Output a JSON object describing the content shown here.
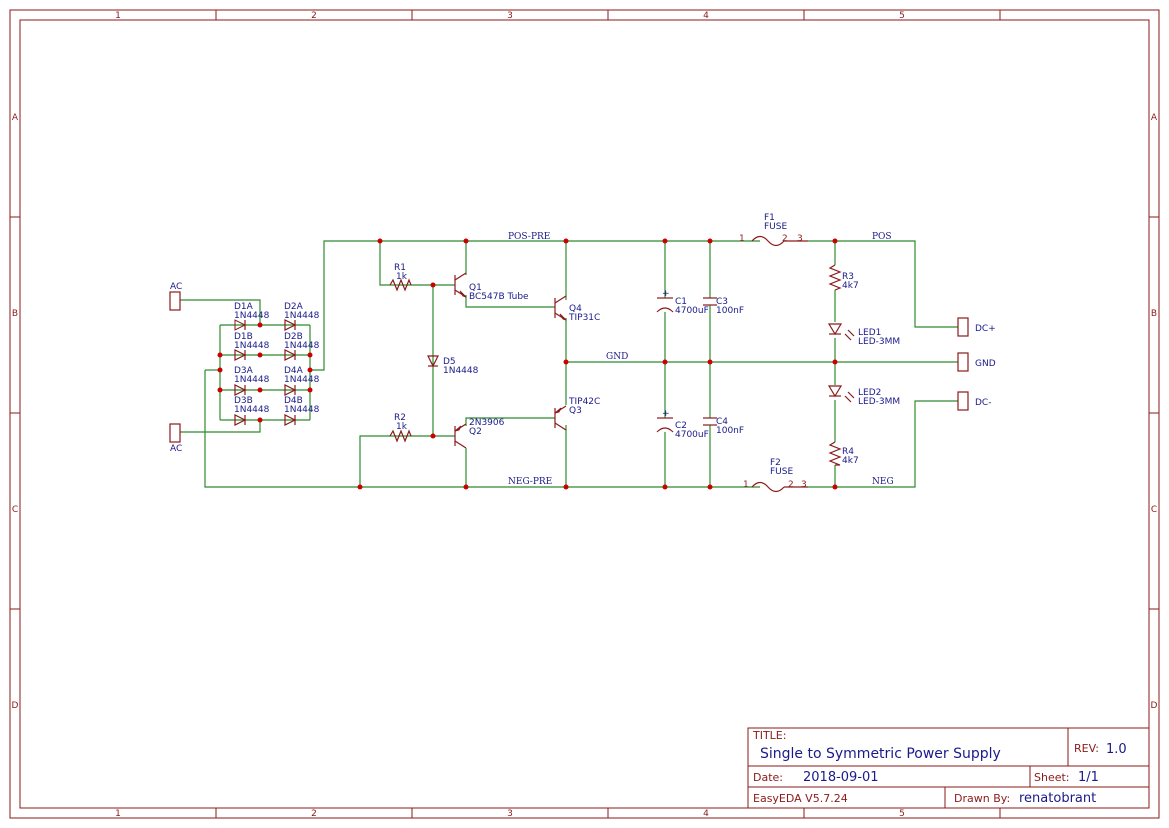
{
  "frame": {
    "columns": [
      "1",
      "2",
      "3",
      "4",
      "5"
    ],
    "rows": [
      "A",
      "B",
      "C",
      "D"
    ]
  },
  "title_block": {
    "title_label": "TITLE:",
    "title": "Single to Symmetric Power Supply",
    "rev_label": "REV:",
    "rev": "1.0",
    "date_label": "Date:",
    "date": "2018-09-01",
    "sheet_label": "Sheet:",
    "sheet": "1/1",
    "tool": "EasyEDA V5.7.24",
    "drawn_by_label": "Drawn By:",
    "drawn_by": "renatobrant"
  },
  "nets": {
    "pos_pre": "POS-PRE",
    "neg_pre": "NEG-PRE",
    "gnd": "GND",
    "pos": "POS",
    "neg": "NEG"
  },
  "components": {
    "ac_top": "AC",
    "ac_bottom": "AC",
    "d1a": {
      "ref": "D1A",
      "val": "1N4448"
    },
    "d1b": {
      "ref": "D1B",
      "val": "1N4448"
    },
    "d2a": {
      "ref": "D2A",
      "val": "1N4448"
    },
    "d2b": {
      "ref": "D2B",
      "val": "1N4448"
    },
    "d3a": {
      "ref": "D3A",
      "val": "1N4448"
    },
    "d3b": {
      "ref": "D3B",
      "val": "1N4448"
    },
    "d4a": {
      "ref": "D4A",
      "val": "1N4448"
    },
    "d4b": {
      "ref": "D4B",
      "val": "1N4448"
    },
    "r1": {
      "ref": "R1",
      "val": "1k"
    },
    "r2": {
      "ref": "R2",
      "val": "1k"
    },
    "d5": {
      "ref": "D5",
      "val": "1N4448"
    },
    "q1": {
      "ref": "Q1",
      "val": "BC547B Tube"
    },
    "q2": {
      "ref": "Q2",
      "val": "2N3906"
    },
    "q3": {
      "ref": "Q3",
      "val": "TIP42C"
    },
    "q4": {
      "ref": "Q4",
      "val": "TIP31C"
    },
    "c1": {
      "ref": "C1",
      "val": "4700uF"
    },
    "c2": {
      "ref": "C2",
      "val": "4700uF"
    },
    "c3": {
      "ref": "C3",
      "val": "100nF"
    },
    "c4": {
      "ref": "C4",
      "val": "100nF"
    },
    "f1": {
      "ref": "F1",
      "val": "FUSE",
      "pin1": "1",
      "pin2": "2",
      "pin3": "3"
    },
    "f2": {
      "ref": "F2",
      "val": "FUSE",
      "pin1": "1",
      "pin2": "2",
      "pin3": "3"
    },
    "r3": {
      "ref": "R3",
      "val": "4k7"
    },
    "r4": {
      "ref": "R4",
      "val": "4k7"
    },
    "led1": {
      "ref": "LED1",
      "val": "LED-3MM"
    },
    "led2": {
      "ref": "LED2",
      "val": "LED-3MM"
    },
    "plus_sign": "+",
    "dc_plus": "DC+",
    "gnd_out": "GND",
    "dc_minus": "DC-"
  }
}
